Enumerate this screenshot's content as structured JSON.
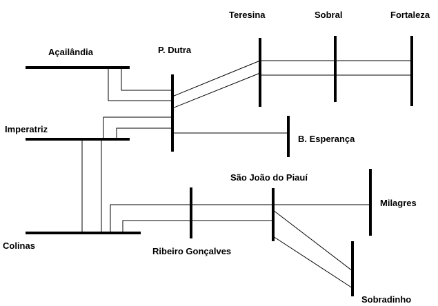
{
  "diagram": {
    "colors": {
      "line": "#000000",
      "background": "#ffffff"
    },
    "buses": {
      "acailandia": "Açailândia",
      "p_dutra": "P. Dutra",
      "teresina": "Teresina",
      "sobral": "Sobral",
      "fortaleza": "Fortaleza",
      "imperatriz": "Imperatriz",
      "b_esperanca": "B. Esperança",
      "sao_joao_do_piaui": "São João do Piauí",
      "milagres": "Milagres",
      "colinas": "Colinas",
      "ribeiro_goncalves": "Ribeiro Gonçalves",
      "sobradinho": "Sobradinho"
    }
  }
}
